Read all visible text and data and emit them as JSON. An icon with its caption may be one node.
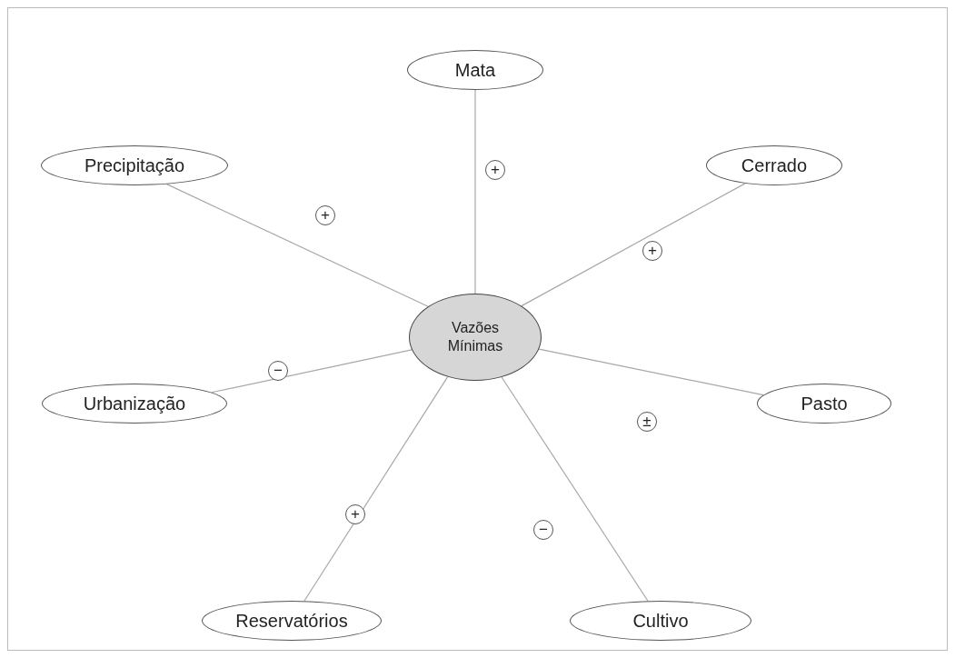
{
  "diagram": {
    "nodes": [
      {
        "text": [
          "Vazões Mínimas"
        ]
      },
      {
        "text": [
          "Mata"
        ]
      },
      {
        "text": [
          "Precipitação"
        ]
      },
      {
        "text": [
          "Cerrado"
        ]
      },
      {
        "text": [
          "Urbanização"
        ]
      },
      {
        "text": [
          "Pasto"
        ]
      },
      {
        "text": [
          "Reservatórios"
        ]
      },
      {
        "text": [
          "Cultivo"
        ]
      }
    ],
    "edges": [
      {
        "from": 1,
        "to": 0,
        "arrow": "none",
        "label": "+"
      },
      {
        "from": 2,
        "to": 0,
        "arrow": "none",
        "label": "+"
      },
      {
        "from": 3,
        "to": 0,
        "arrow": "none",
        "label": "+"
      },
      {
        "from": 4,
        "to": 0,
        "arrow": "none",
        "label": "−"
      },
      {
        "from": 5,
        "to": 0,
        "arrow": "none",
        "label": "±"
      },
      {
        "from": 6,
        "to": 0,
        "arrow": "none",
        "label": "+"
      },
      {
        "from": 7,
        "to": 0,
        "arrow": "none",
        "label": "−"
      }
    ]
  }
}
